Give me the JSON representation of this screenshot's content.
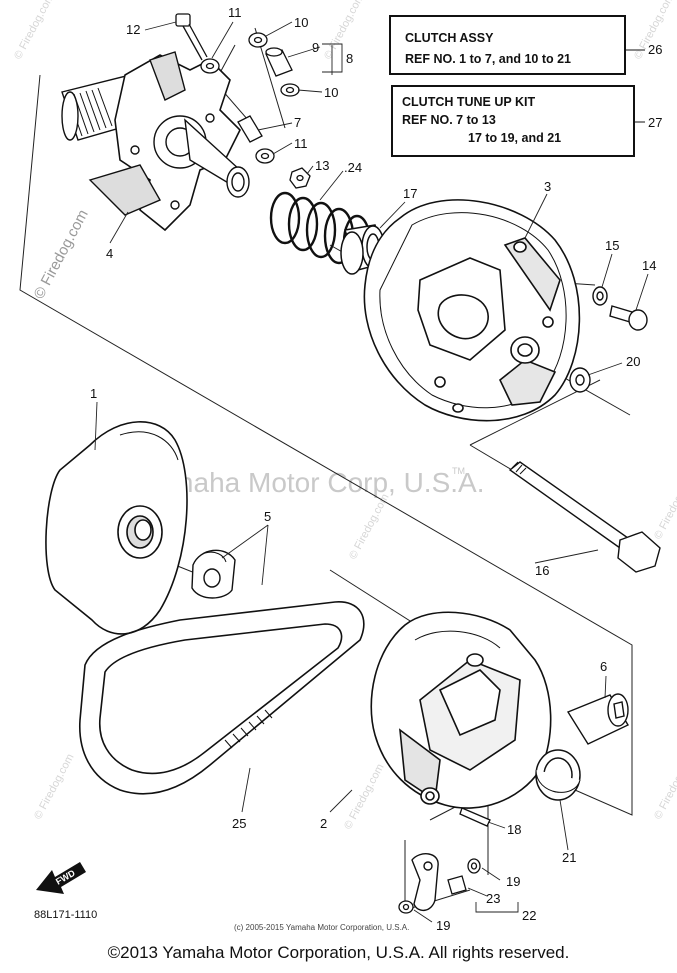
{
  "callouts": {
    "c1": "1",
    "c2": "2",
    "c3": "3",
    "c4": "4",
    "c5": "5",
    "c6": "6",
    "c7": "7",
    "c8": "8",
    "c9": "9",
    "c10a": "10",
    "c10b": "10",
    "c11a": "11",
    "c11b": "11",
    "c12": "12",
    "c13": "13",
    "c14": "14",
    "c15": "15",
    "c16": "16",
    "c17": "17",
    "c18": "18",
    "c19a": "19",
    "c19b": "19",
    "c20": "20",
    "c21": "21",
    "c22": "22",
    "c23": "23",
    "c24": ".24",
    "c25": "25",
    "c26": "26",
    "c27": "27"
  },
  "boxes": {
    "clutch_assy": {
      "title": "CLUTCH ASSY",
      "line1": "REF NO. 1 to 7, and 10 to 21"
    },
    "tune_up_kit": {
      "title": "CLUTCH TUNE UP KIT",
      "line1": "REF NO. 7 to 13",
      "line2": "17 to 19, and 21"
    }
  },
  "watermark": {
    "main": "Yamaha Motor Corp, U.S.A.",
    "tm": "TM",
    "site": "© Firedog.com"
  },
  "fwd_label": "FWD",
  "part_code": "88L171-1110",
  "fine_copyright": "(c) 2005-2015 Yamaha Motor Corporation, U.S.A.",
  "footer": "©2013 Yamaha Motor Corporation, U.S.A. All rights reserved."
}
